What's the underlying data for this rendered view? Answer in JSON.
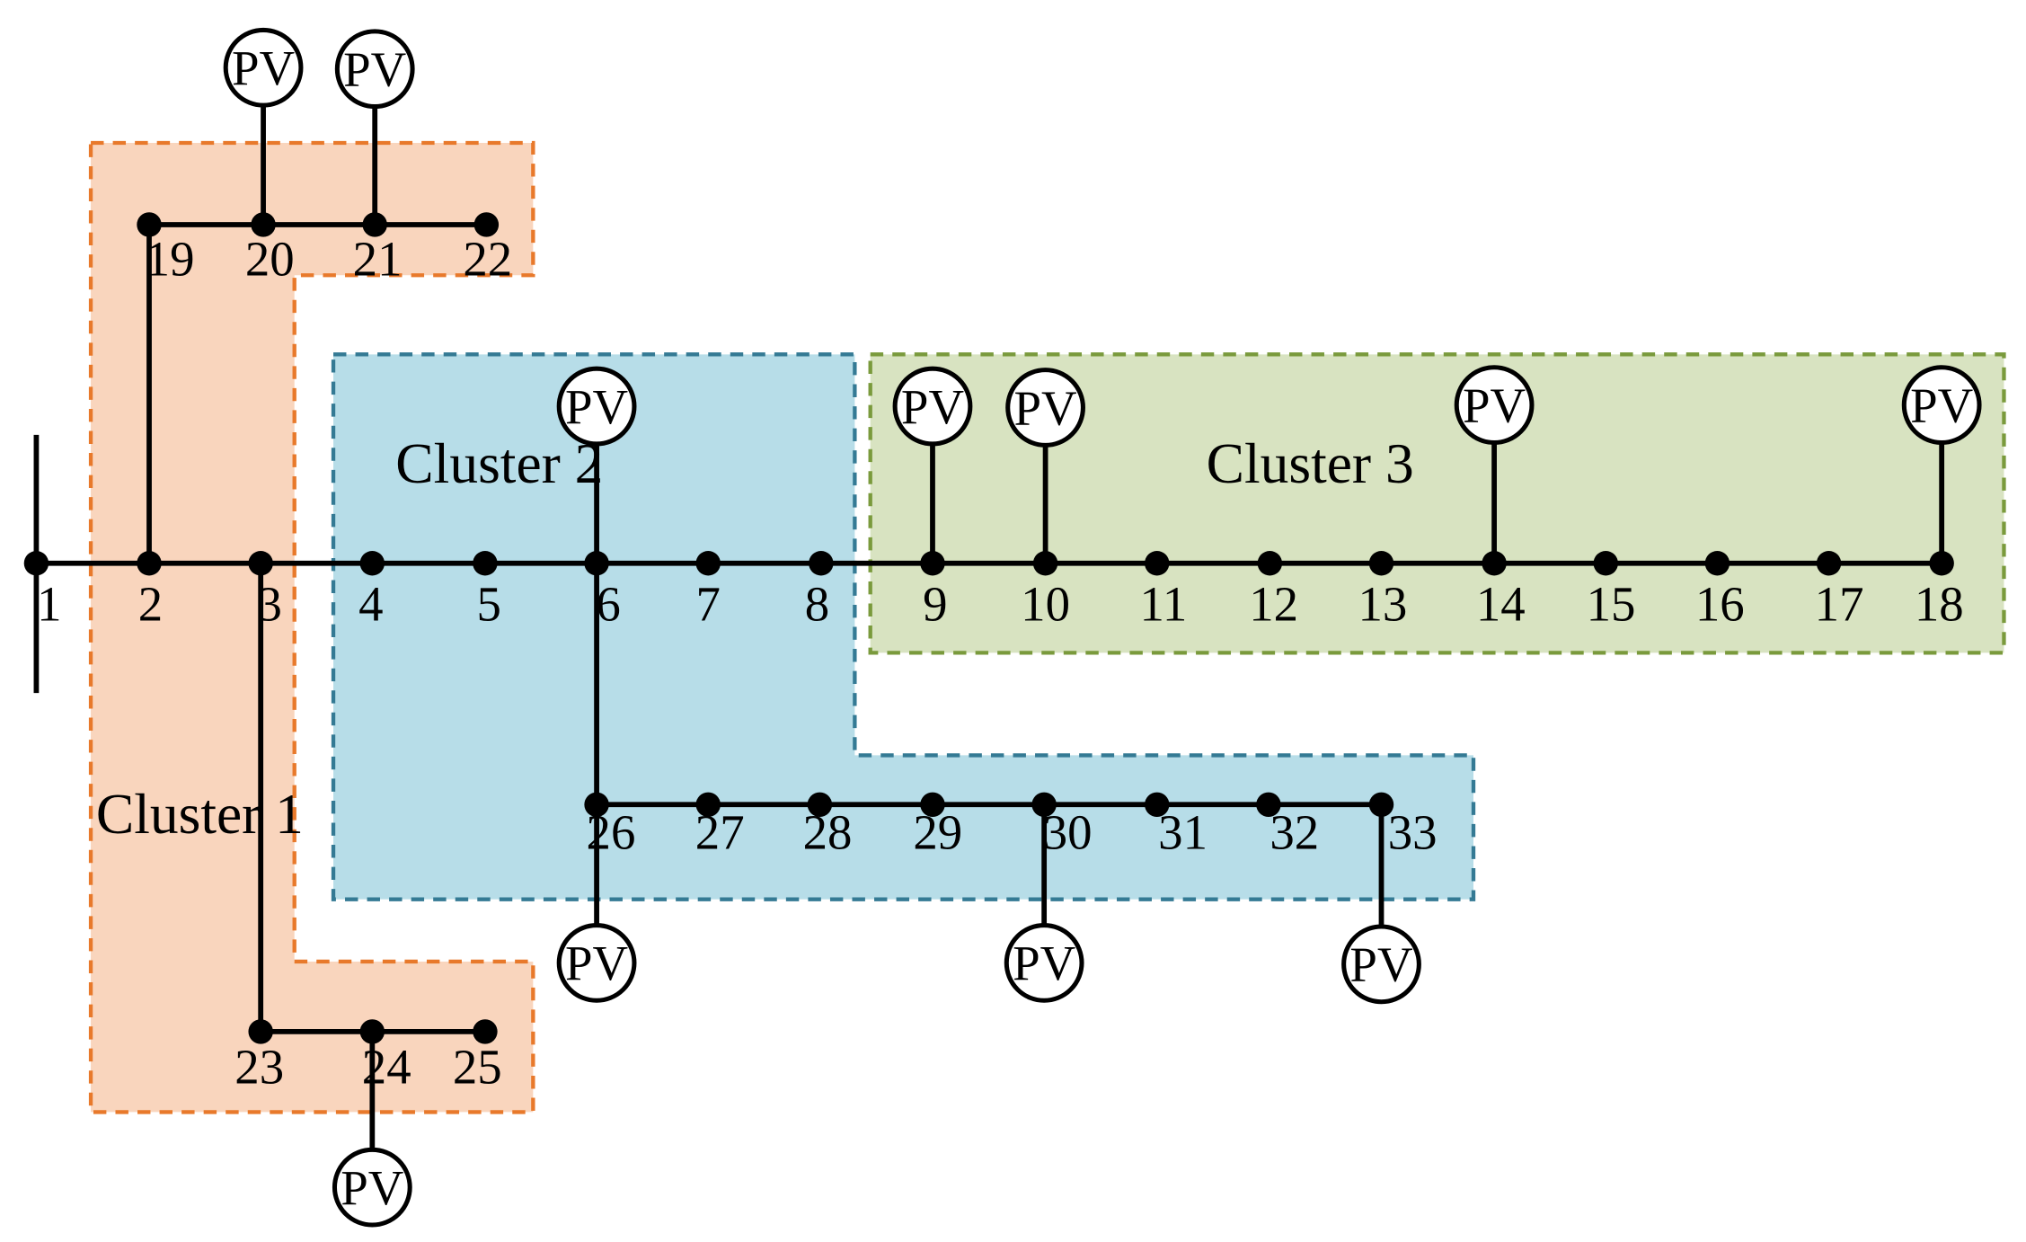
{
  "diagram": {
    "clusters": [
      {
        "id": "c1",
        "label": "Cluster 1",
        "fill": "#f9d5bd",
        "stroke": "#e8792b"
      },
      {
        "id": "c2",
        "label": "Cluster 2",
        "fill": "#b7dde8",
        "stroke": "#347a94"
      },
      {
        "id": "c3",
        "label": "Cluster 3",
        "fill": "#d8e3c1",
        "stroke": "#7a9a3c"
      }
    ],
    "pv_label": "PV",
    "buses": [
      "1",
      "2",
      "3",
      "4",
      "5",
      "6",
      "7",
      "8",
      "9",
      "10",
      "11",
      "12",
      "13",
      "14",
      "15",
      "16",
      "17",
      "18",
      "19",
      "20",
      "21",
      "22",
      "23",
      "24",
      "25",
      "26",
      "27",
      "28",
      "29",
      "30",
      "31",
      "32",
      "33"
    ],
    "pv_buses": [
      "20",
      "21",
      "6",
      "9",
      "10",
      "14",
      "18",
      "26",
      "30",
      "33",
      "24"
    ],
    "branches": [
      [
        "1",
        "2"
      ],
      [
        "2",
        "3"
      ],
      [
        "3",
        "4"
      ],
      [
        "4",
        "5"
      ],
      [
        "5",
        "6"
      ],
      [
        "6",
        "7"
      ],
      [
        "7",
        "8"
      ],
      [
        "8",
        "9"
      ],
      [
        "9",
        "10"
      ],
      [
        "10",
        "11"
      ],
      [
        "11",
        "12"
      ],
      [
        "12",
        "13"
      ],
      [
        "13",
        "14"
      ],
      [
        "14",
        "15"
      ],
      [
        "15",
        "16"
      ],
      [
        "16",
        "17"
      ],
      [
        "17",
        "18"
      ],
      [
        "2",
        "19"
      ],
      [
        "19",
        "20"
      ],
      [
        "20",
        "21"
      ],
      [
        "21",
        "22"
      ],
      [
        "3",
        "23"
      ],
      [
        "23",
        "24"
      ],
      [
        "24",
        "25"
      ],
      [
        "6",
        "26"
      ],
      [
        "26",
        "27"
      ],
      [
        "27",
        "28"
      ],
      [
        "28",
        "29"
      ],
      [
        "29",
        "30"
      ],
      [
        "30",
        "31"
      ],
      [
        "31",
        "32"
      ],
      [
        "32",
        "33"
      ]
    ]
  }
}
